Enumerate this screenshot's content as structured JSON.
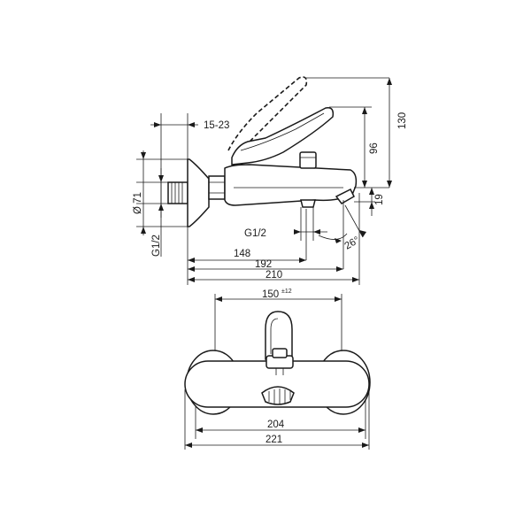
{
  "side_view": {
    "dims": {
      "offset_15_23": "15-23",
      "dia_71": "Ø 71",
      "thread_wall": "G1/2",
      "thread_outlet": "G1/2",
      "d148": "148",
      "d192": "192",
      "d210": "210",
      "d96": "96",
      "d130": "130",
      "d19": "19",
      "angle26": "26°"
    }
  },
  "front_view": {
    "dims": {
      "d150": "150",
      "d150_tol": "±12",
      "d204": "204",
      "d221": "221"
    }
  }
}
